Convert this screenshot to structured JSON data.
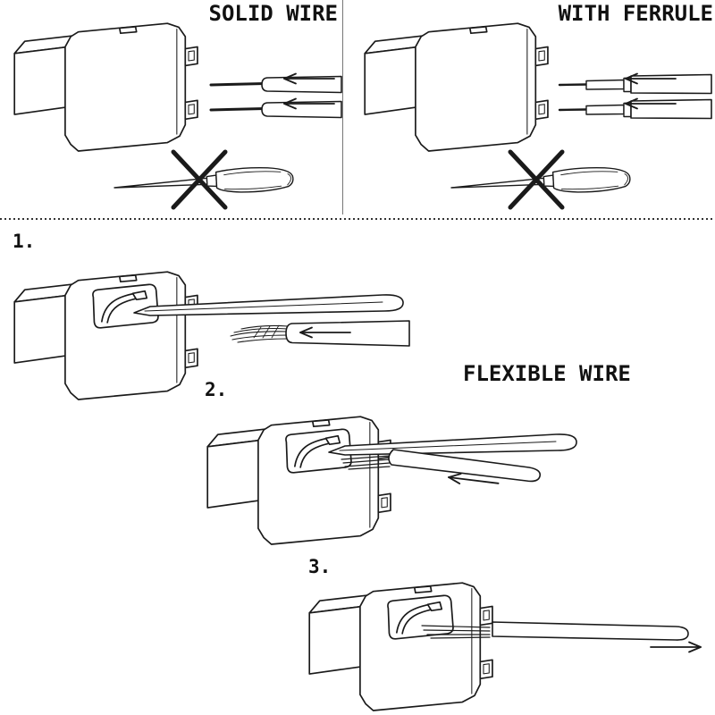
{
  "labels": {
    "solid_wire": "SOLID WIRE",
    "with_ferrule": "WITH FERRULE",
    "flexible_wire": "FLEXIBLE WIRE"
  },
  "steps": [
    {
      "number": "1."
    },
    {
      "number": "2."
    },
    {
      "number": "3."
    }
  ],
  "colors": {
    "line": "#1a1a1a",
    "background": "#ffffff"
  },
  "icons": {
    "prohibition": "prohibition-x-icon",
    "insert_direction": "arrow-left-icon",
    "remove_direction": "arrow-right-icon"
  }
}
